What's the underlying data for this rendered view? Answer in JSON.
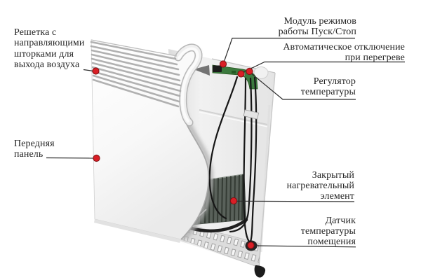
{
  "diagram": {
    "labels": {
      "air_grille": {
        "lines": [
          "Решетка с",
          "направляющими",
          "шторками для",
          "выхода воздуха"
        ]
      },
      "front_panel": {
        "lines": [
          "Передняя",
          "панель"
        ]
      },
      "mode_module": {
        "lines": [
          "Модуль режимов",
          "работы Пуск/Стоп"
        ]
      },
      "auto_shutoff": {
        "lines": [
          "Автоматическое отключение",
          "при перегреве"
        ]
      },
      "temp_regulator": {
        "lines": [
          "Регулятор",
          "температуры"
        ]
      },
      "heating_element": {
        "lines": [
          "Закрытый",
          "нагревательный",
          "элемент"
        ]
      },
      "room_temp_sensor": {
        "lines": [
          "Датчик",
          "температуры",
          "помещения"
        ]
      }
    },
    "colors": {
      "marker_red": "#d91f26",
      "marker_edge": "#7e1013",
      "leader_line": "#2b2b2b",
      "text": "#262626",
      "pcb_green": "#3b7a3e",
      "heater_dark": "#59615a",
      "body_white": "#fbfbfb"
    }
  }
}
